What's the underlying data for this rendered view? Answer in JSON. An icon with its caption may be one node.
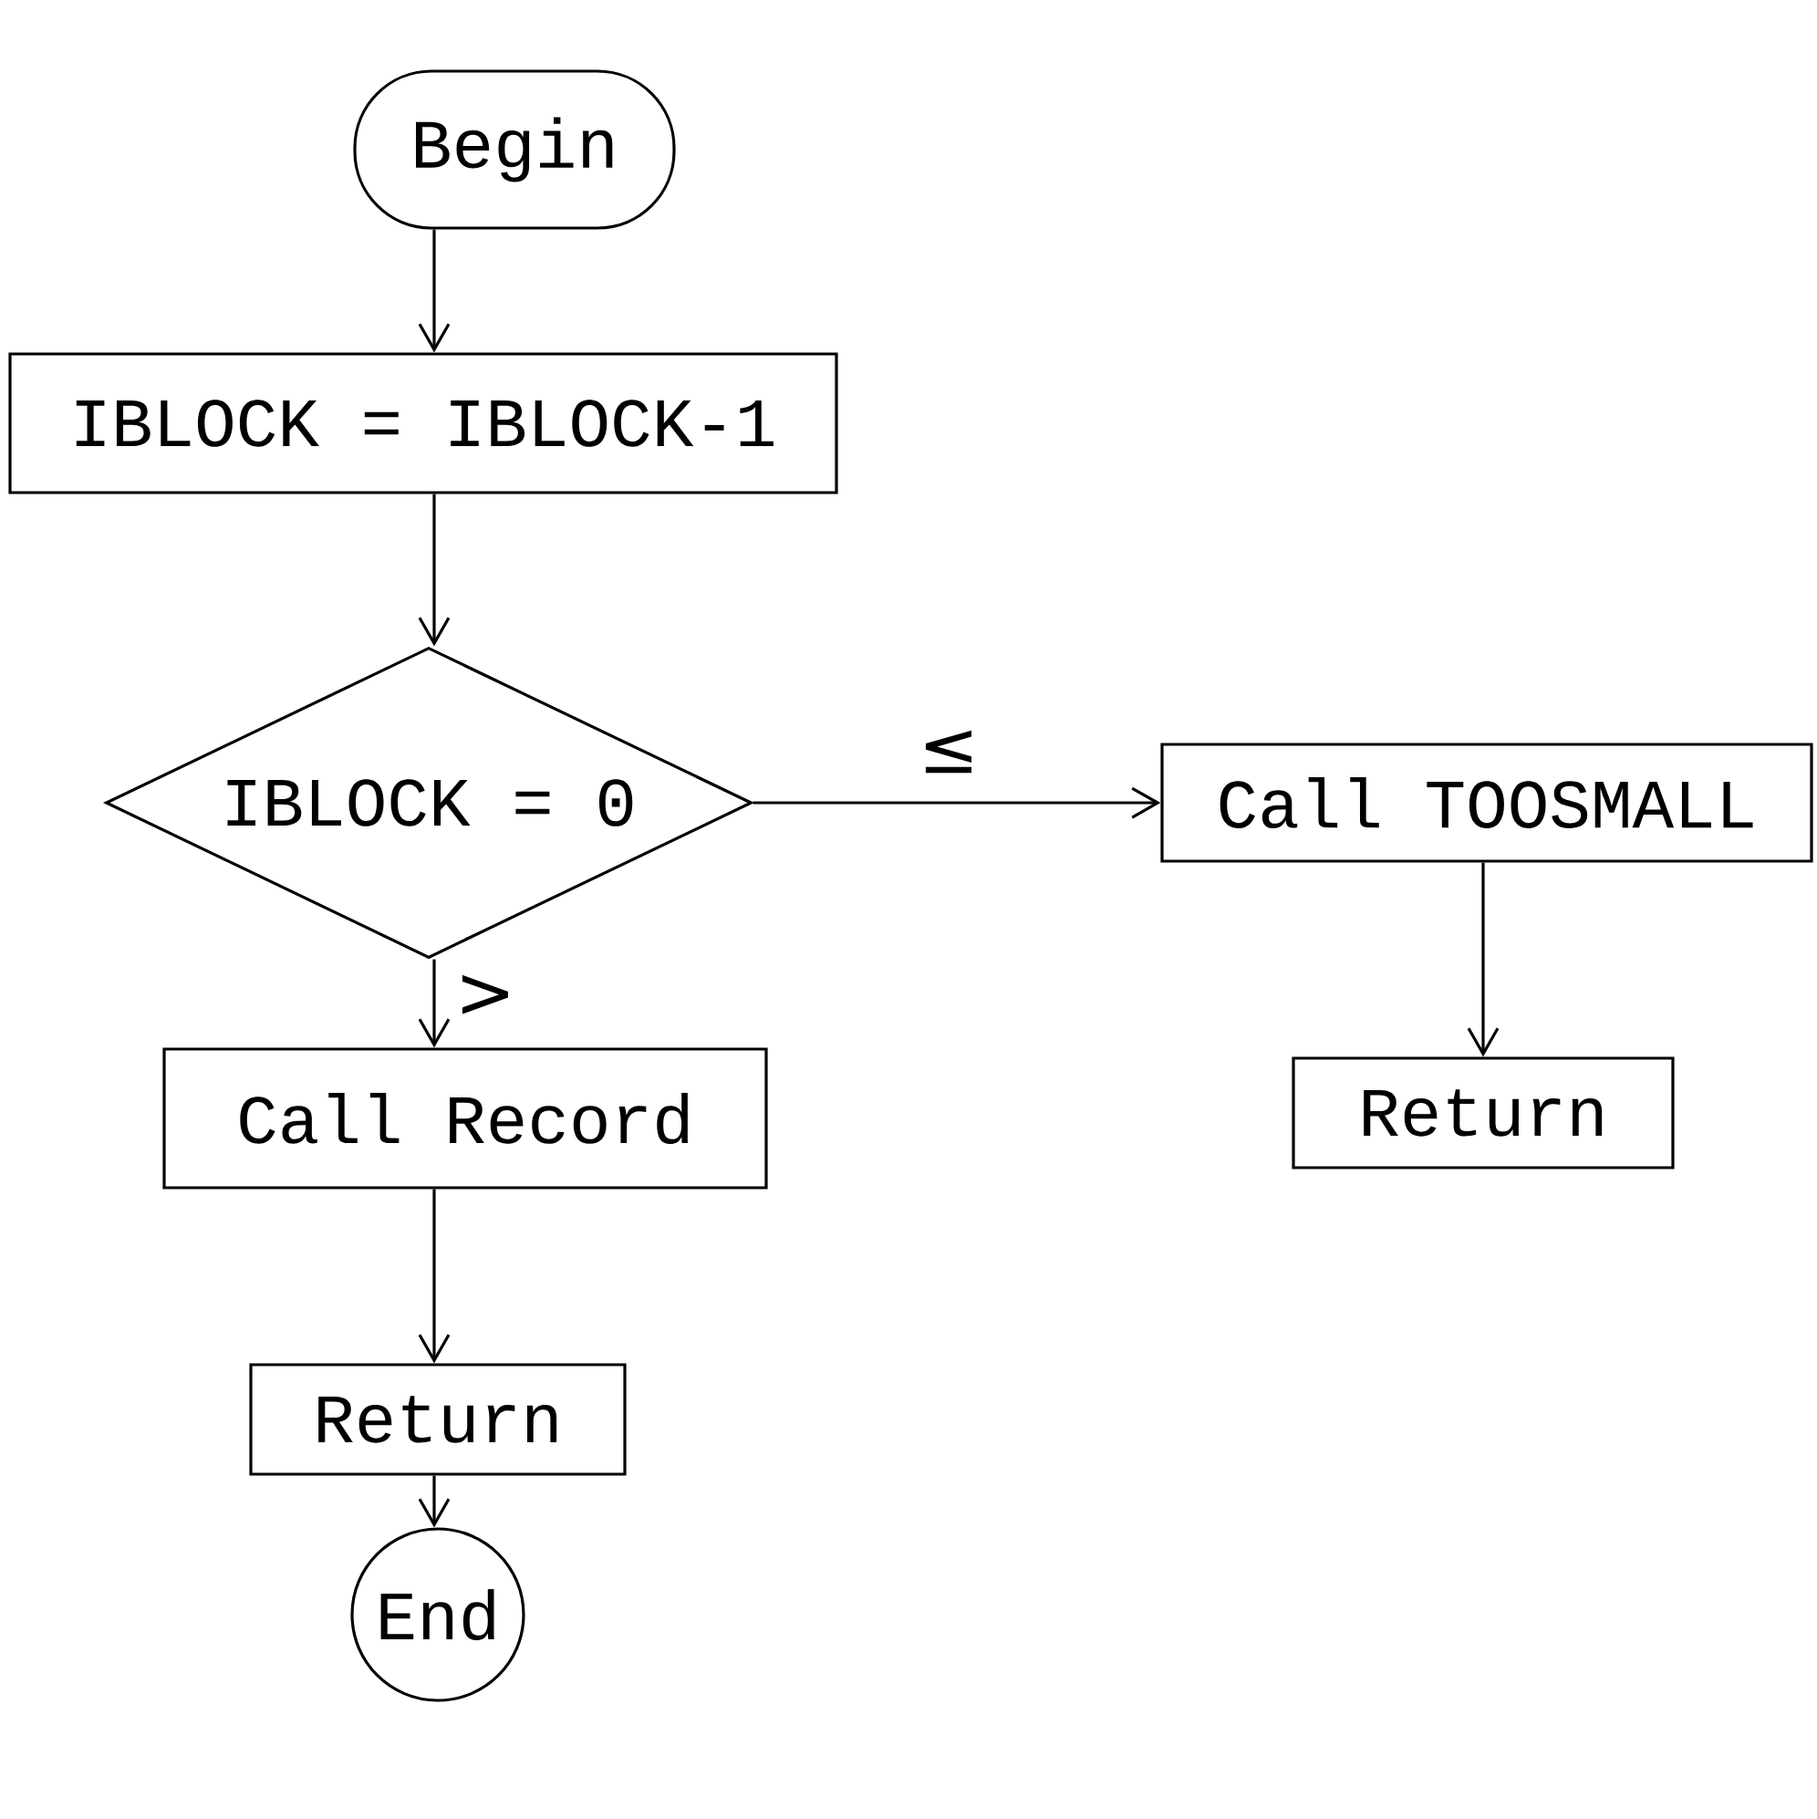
{
  "diagram": {
    "nodes": [
      {
        "text": [
          "Begin"
        ]
      },
      {
        "text": [
          "IBLOCK = IBLOCK-1"
        ]
      },
      {
        "text": [
          "IBLOCK = 0"
        ]
      },
      {
        "text": [
          "Call TOOSMALL"
        ]
      },
      {
        "text": [
          "Call Record"
        ]
      },
      {
        "text": [
          "Return"
        ]
      },
      {
        "text": [
          "Return"
        ]
      },
      {
        "text": [
          "End"
        ]
      }
    ],
    "edges": [
      {
        "from": 0,
        "to": 1,
        "arrow": "to"
      },
      {
        "from": 1,
        "to": 2,
        "arrow": "to"
      },
      {
        "from": 2,
        "to": 3,
        "arrow": "to",
        "label": "≤"
      },
      {
        "from": 2,
        "to": 4,
        "arrow": "to",
        "label": ">"
      },
      {
        "from": 3,
        "to": 5,
        "arrow": "to"
      },
      {
        "from": 4,
        "to": 6,
        "arrow": "to"
      },
      {
        "from": 6,
        "to": 7,
        "arrow": "to"
      }
    ]
  }
}
